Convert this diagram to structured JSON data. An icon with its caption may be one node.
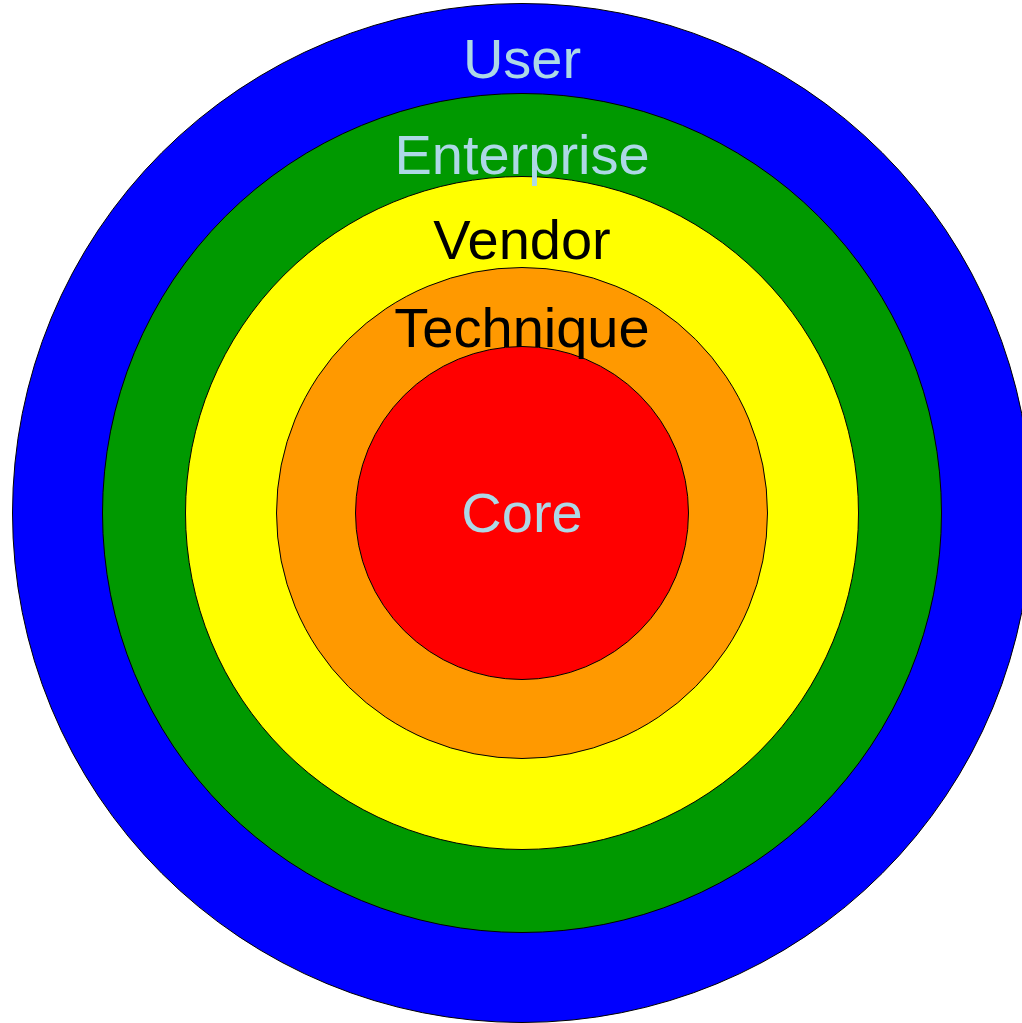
{
  "diagram": {
    "nodes": [
      {
        "text": [
          "User"
        ]
      },
      {
        "text": [
          "Enterprise"
        ],
        "in": 0
      },
      {
        "text": [
          "Vendor"
        ],
        "in": 1
      },
      {
        "text": [
          "Technique"
        ],
        "in": 2
      },
      {
        "text": [
          "Core"
        ],
        "in": 3
      }
    ]
  }
}
